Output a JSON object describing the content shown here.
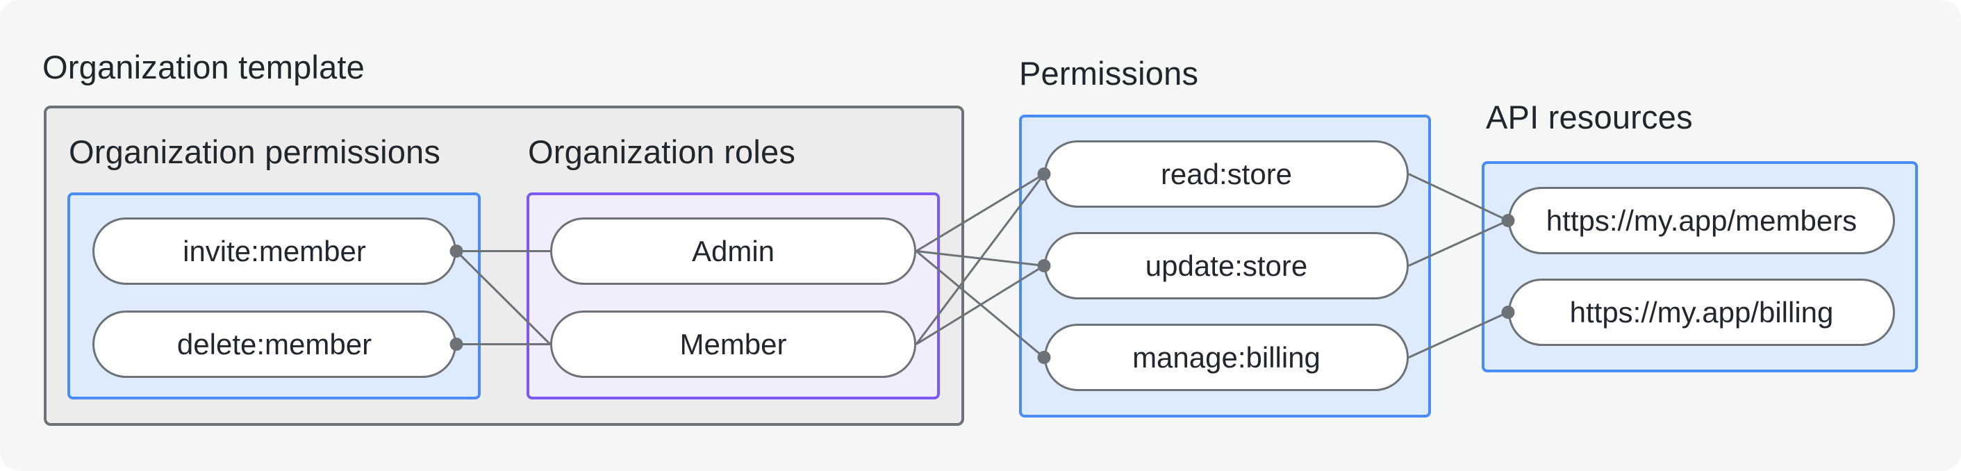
{
  "diagram": {
    "template_label": "Organization template",
    "org_permissions": {
      "label": "Organization permissions",
      "nodes": [
        "invite:member",
        "delete:member"
      ]
    },
    "org_roles": {
      "label": "Organization roles",
      "nodes": [
        "Admin",
        "Member"
      ]
    },
    "permissions": {
      "label": "Permissions",
      "nodes": [
        "read:store",
        "update:store",
        "manage:billing"
      ]
    },
    "api_resources": {
      "label": "API resources",
      "nodes": [
        "https://my.app/members",
        "https://my.app/billing"
      ]
    },
    "edges": [
      {
        "from": "invite:member",
        "to": "Admin"
      },
      {
        "from": "invite:member",
        "to": "Member"
      },
      {
        "from": "delete:member",
        "to": "Member"
      },
      {
        "from": "Admin",
        "to": "read:store"
      },
      {
        "from": "Admin",
        "to": "update:store"
      },
      {
        "from": "Admin",
        "to": "manage:billing"
      },
      {
        "from": "Member",
        "to": "read:store"
      },
      {
        "from": "Member",
        "to": "update:store"
      },
      {
        "from": "read:store",
        "to": "https://my.app/members"
      },
      {
        "from": "update:store",
        "to": "https://my.app/members"
      },
      {
        "from": "manage:billing",
        "to": "https://my.app/billing"
      }
    ],
    "colors": {
      "page_background": "#f5f6f6",
      "template_box_fill": "#ececec",
      "template_box_border": "#6d7277",
      "blue_zone_fill": "#ddebfc",
      "blue_zone_border": "#4a8cf7",
      "purple_zone_fill": "#f2edfc",
      "purple_zone_border": "#7c59f4",
      "node_fill": "#ffffff",
      "node_border": "#6d7277",
      "edge_line": "#6d7277",
      "text": "#21262b"
    }
  }
}
